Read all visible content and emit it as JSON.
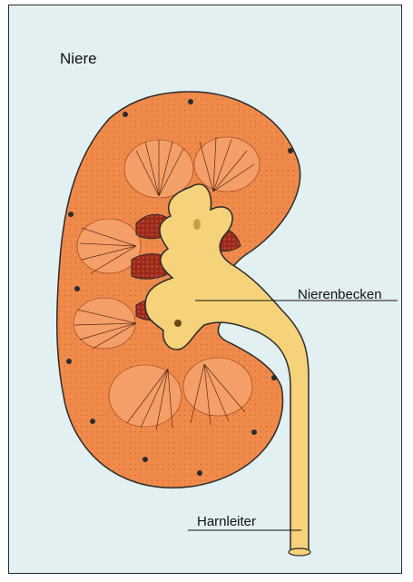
{
  "title": "Niere",
  "labels": {
    "renal_pelvis": "Nierenbecken",
    "ureter": "Harnleiter"
  },
  "colors": {
    "background": "#e3f0f2",
    "cortex": "#f08a4b",
    "medulla_dots": "#5a2a12",
    "pelvis": "#f6d27a",
    "sinus_red": "#9b2a1c",
    "outline": "#2b2b2b"
  }
}
